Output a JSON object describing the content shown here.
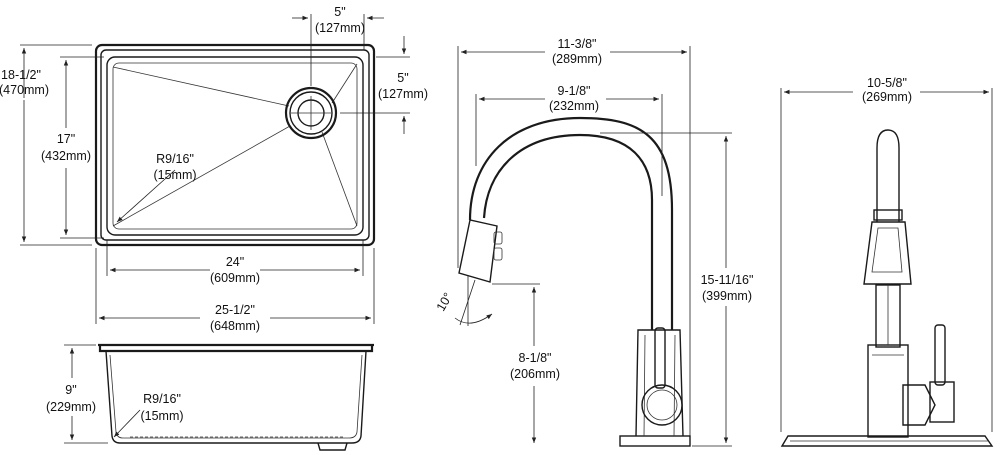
{
  "sink_top_view": {
    "outer_height_in": "18-1/2\"",
    "outer_height_mm": "(470mm)",
    "bowl_height_in": "17\"",
    "bowl_height_mm": "(432mm)",
    "drain_offset_x_in": "5\"",
    "drain_offset_x_mm": "(127mm)",
    "drain_offset_y_in": "5\"",
    "drain_offset_y_mm": "(127mm)",
    "corner_radius_in": "R9/16\"",
    "corner_radius_mm": "(15mm)",
    "bowl_width_in": "24\"",
    "bowl_width_mm": "(609mm)",
    "outer_width_in": "25-1/2\"",
    "outer_width_mm": "(648mm)"
  },
  "sink_side_view": {
    "depth_in": "9\"",
    "depth_mm": "(229mm)",
    "corner_radius_in": "R9/16\"",
    "corner_radius_mm": "(15mm)"
  },
  "faucet_side_view": {
    "reach_in": "11-3/8\"",
    "reach_mm": "(289mm)",
    "spout_reach_in": "9-1/8\"",
    "spout_reach_mm": "(232mm)",
    "height_in": "15-11/16\"",
    "height_mm": "(399mm)",
    "spout_height_in": "8-1/8\"",
    "spout_height_mm": "(206mm)",
    "spray_angle": "10°"
  },
  "faucet_front_view": {
    "width_in": "10-5/8\"",
    "width_mm": "(269mm)"
  }
}
